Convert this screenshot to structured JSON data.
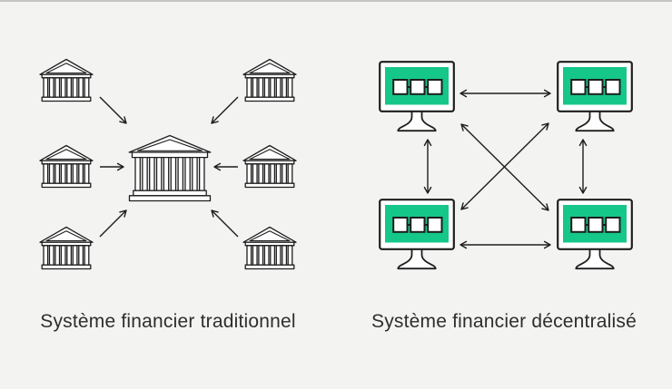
{
  "colors": {
    "bg": "#f3f3f1",
    "top_strip": "#c5c5c5",
    "line": "#1e1e1e",
    "icon_fill": "#ffffff",
    "screen_green": "#15c789",
    "text": "#2e2e2e"
  },
  "left_panel": {
    "label": "Système financier traditionnel",
    "layout": "hub-and-spoke",
    "center_node": "central-bank",
    "satellite_nodes": [
      "bank",
      "bank",
      "bank",
      "bank",
      "bank",
      "bank"
    ],
    "edges": "6 one-way arrows from each satellite bank toward the central bank"
  },
  "right_panel": {
    "label": "Système financier décentralisé",
    "layout": "peer-to-peer-mesh",
    "nodes": [
      "computer",
      "computer",
      "computer",
      "computer"
    ],
    "edges": "6 two-way arrows linking every pair of computers (top, bottom, two verticals, two crossing diagonals)"
  }
}
